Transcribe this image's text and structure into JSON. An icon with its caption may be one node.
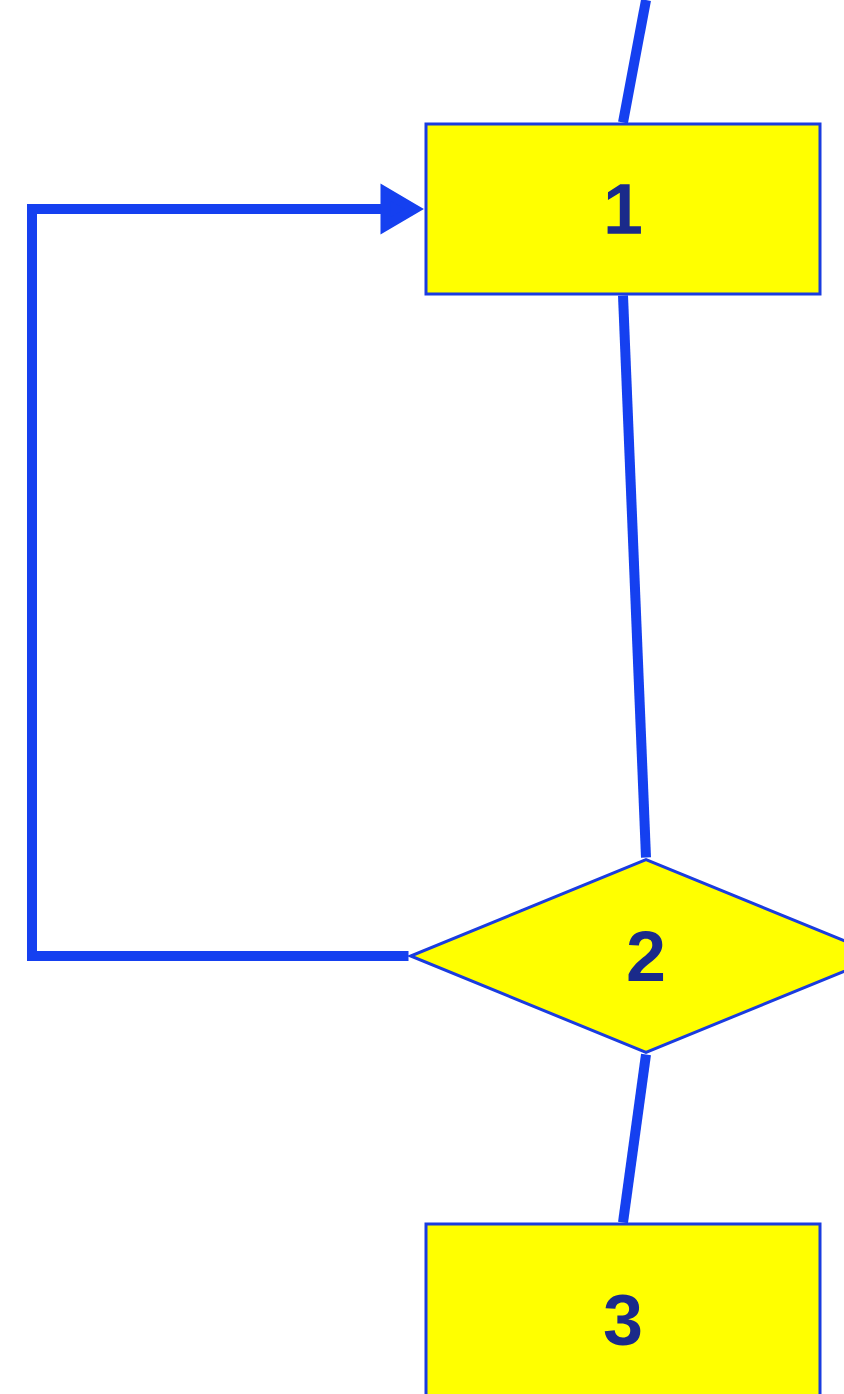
{
  "diagram": {
    "nodes": [
      {
        "text": [
          "1"
        ]
      },
      {
        "text": [
          "2"
        ]
      },
      {
        "text": [
          "3"
        ]
      }
    ],
    "edges": [
      {
        "from": null,
        "to": 0,
        "arrow": "none"
      },
      {
        "from": 0,
        "to": 1,
        "arrow": "none"
      },
      {
        "from": 1,
        "to": 0,
        "arrow": "to"
      },
      {
        "from": 1,
        "to": 2,
        "arrow": "none"
      }
    ]
  }
}
